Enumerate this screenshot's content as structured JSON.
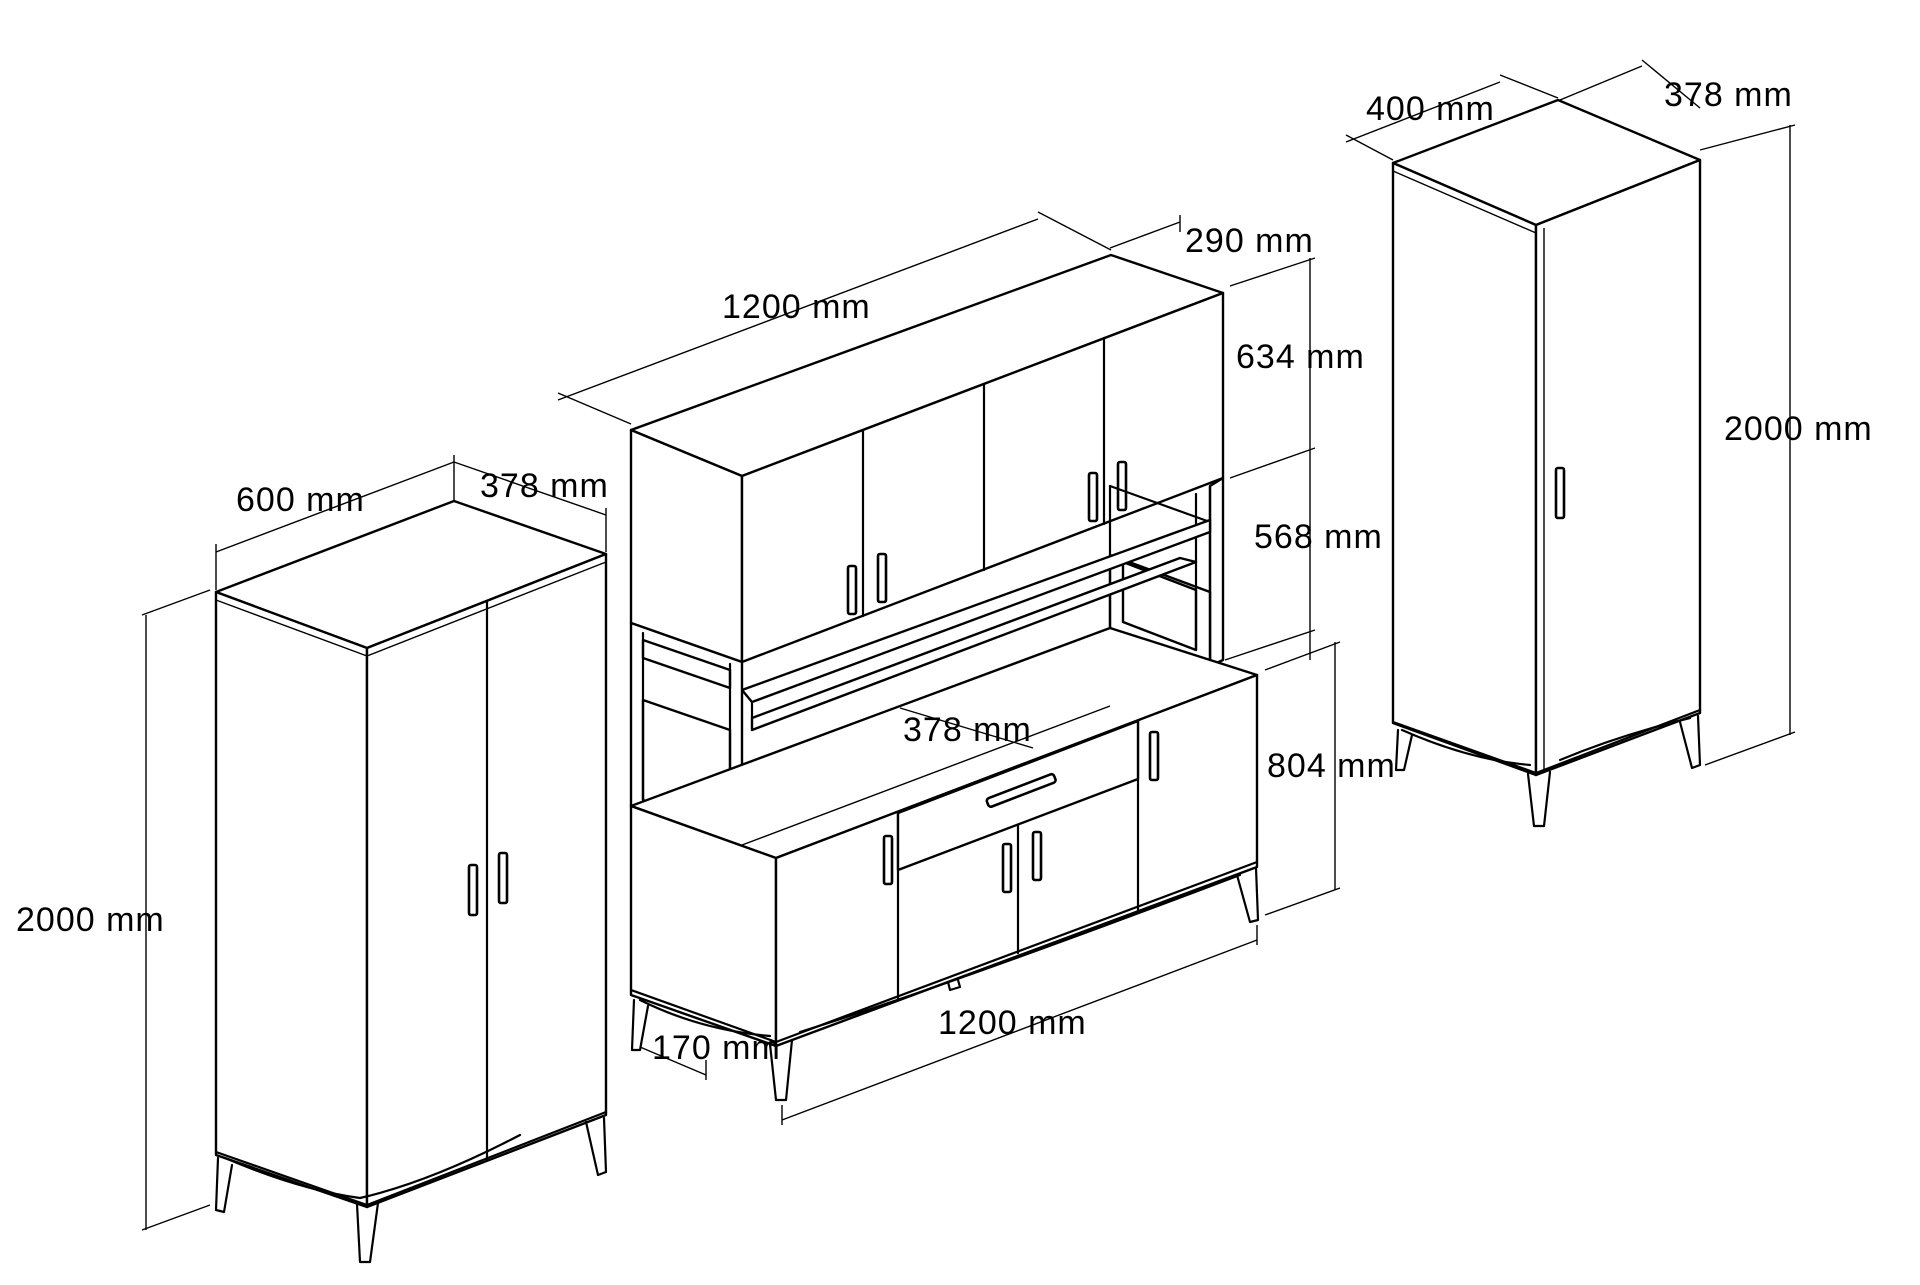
{
  "wardrobe_left": {
    "width": "600 mm",
    "depth": "378 mm",
    "height": "2000 mm"
  },
  "hutch": {
    "upper_width": "1200 mm",
    "upper_depth": "290 mm",
    "upper_height": "634 mm",
    "open_height": "568 mm",
    "shelf_depth": "378 mm",
    "base_height": "804 mm",
    "base_width": "1200 mm",
    "leg_height": "170 mm"
  },
  "wardrobe_right": {
    "width": "400 mm",
    "depth": "378 mm",
    "height": "2000 mm"
  }
}
